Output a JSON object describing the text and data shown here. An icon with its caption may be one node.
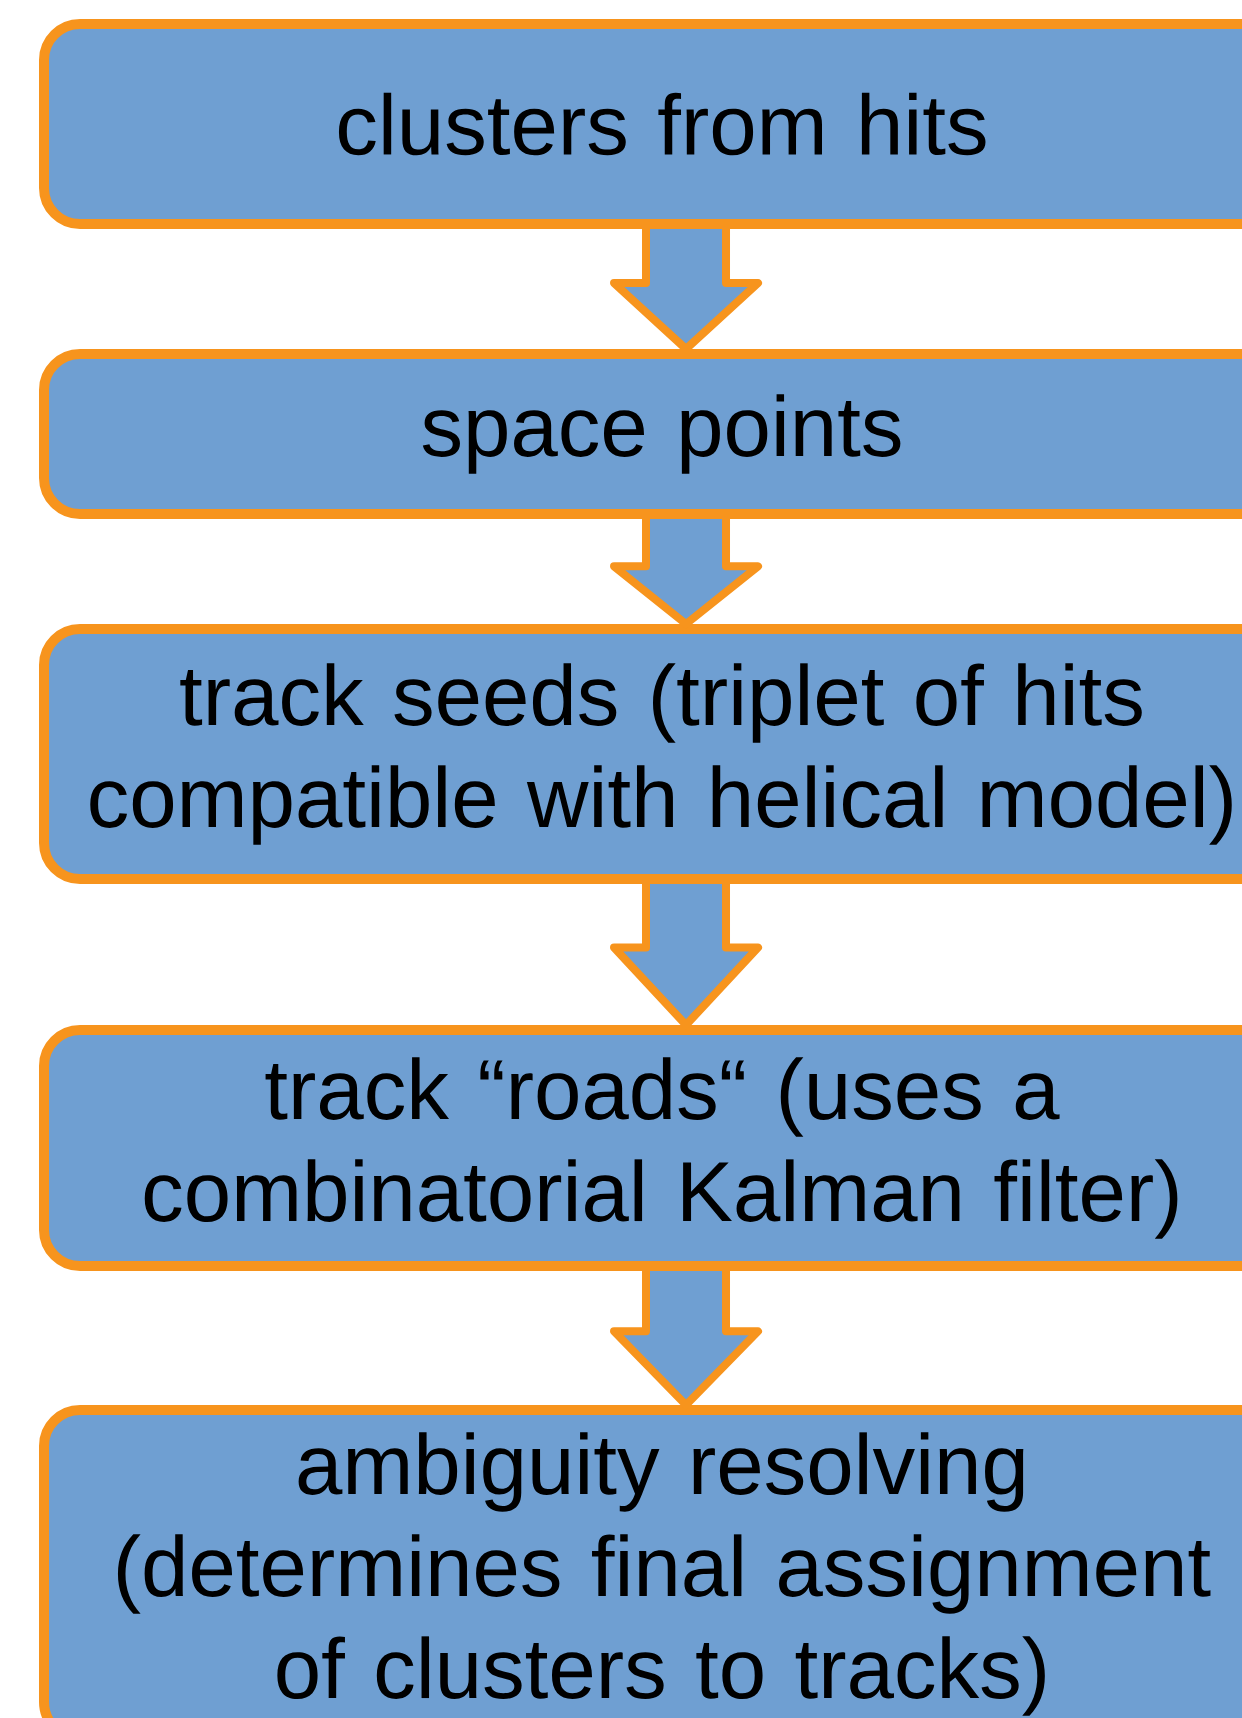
{
  "diagram": {
    "nodes": [
      {
        "text": [
          "clusters from hits"
        ]
      },
      {
        "text": [
          "space points"
        ]
      },
      {
        "text": [
          "track seeds (triplet of hits compatible with helical model)"
        ]
      },
      {
        "text": [
          "track “roads“ (uses a combinatorial Kalman filter)"
        ]
      },
      {
        "text": [
          "ambiguity resolving (determines final assignment of clusters to tracks)"
        ]
      }
    ],
    "edges": [
      {
        "from": 0,
        "to": 1,
        "arrow": "to"
      },
      {
        "from": 1,
        "to": 2,
        "arrow": "to"
      },
      {
        "from": 2,
        "to": 3,
        "arrow": "to"
      },
      {
        "from": 3,
        "to": 4,
        "arrow": "to"
      }
    ]
  }
}
